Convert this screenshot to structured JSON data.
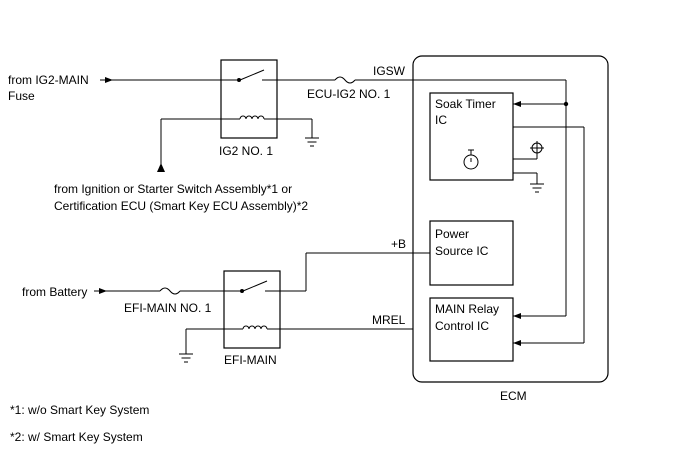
{
  "sources": {
    "ig2_main_line1": "from IG2-MAIN",
    "ig2_main_line2": "Fuse",
    "ignition_line1": "from Ignition or Starter Switch Assembly*1 or",
    "ignition_line2": "Certification ECU (Smart Key ECU Assembly)*2",
    "battery": "from Battery"
  },
  "relays": {
    "ig2": "IG2 NO. 1",
    "efi": "EFI-MAIN"
  },
  "fuses": {
    "ecu_ig2": "ECU-IG2 NO. 1",
    "efi_main": "EFI-MAIN NO. 1"
  },
  "terminals": {
    "igsw": "IGSW",
    "plus_b": "+B",
    "mrel": "MREL"
  },
  "ecm": {
    "label": "ECM",
    "soak_timer_line1": "Soak Timer",
    "soak_timer_line2": "IC",
    "power_source_line1": "Power",
    "power_source_line2": "Source IC",
    "main_relay_line1": "MAIN Relay",
    "main_relay_line2": "Control IC"
  },
  "notes": {
    "note1": "*1: w/o Smart Key System",
    "note2": "*2: w/ Smart Key System"
  }
}
